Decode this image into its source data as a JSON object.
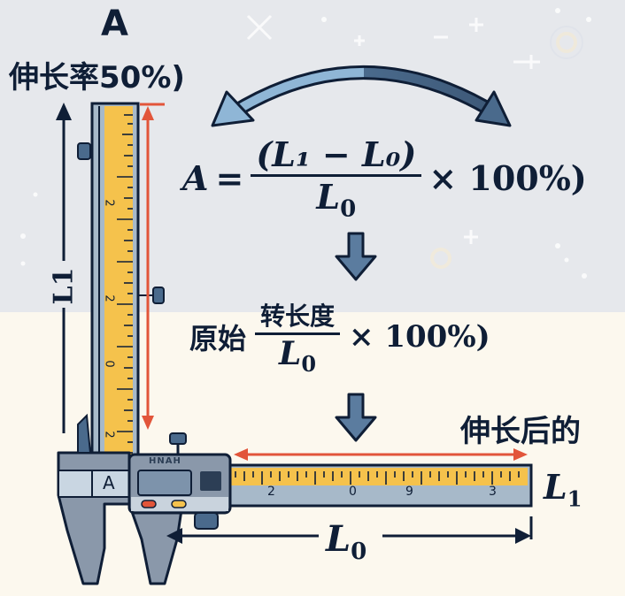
{
  "title": {
    "letter": "A",
    "caption": "伸长率50%)"
  },
  "formula_main": {
    "lhs": "A",
    "equals": "=",
    "numerator": "(L₁ − L₀)",
    "denominator_symbol": "L",
    "denominator_sub": "0",
    "multiplier": "× 100%)"
  },
  "formula_text": {
    "prefix": "原始",
    "numerator": "转长度",
    "denominator_symbol": "L",
    "denominator_sub": "0",
    "multiplier": "× 100%)"
  },
  "labels": {
    "after_stretch": "伸长后的",
    "l1_symbol": "L",
    "l1_sub": "1",
    "l0_symbol": "L",
    "l0_sub": "0",
    "vertical_label": "L1",
    "caliper_jaw_label": "A",
    "caliper_brand": "HNAH"
  },
  "vertical_ruler": {
    "tick_labels": [
      "2",
      "2",
      "0",
      "2"
    ]
  },
  "horizontal_ruler": {
    "tick_labels": [
      "2",
      "0",
      "9",
      "3"
    ]
  },
  "colors": {
    "navy": "#0f1e36",
    "steel_blue": "#4a6a8c",
    "light_blue": "#8fb6d6",
    "ruler_yellow": "#f5c24c",
    "ruler_blue": "#a7b9c9",
    "measure_red": "#e2553a",
    "bg_top": "#e6e8ec",
    "bg_bottom": "#fcf8ee"
  }
}
